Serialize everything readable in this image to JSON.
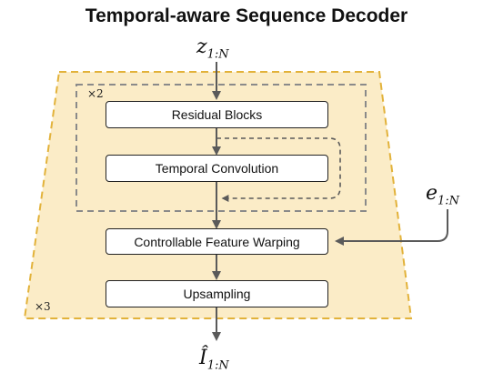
{
  "title": "Temporal-aware Sequence Decoder",
  "input_latent": {
    "symbol": "z",
    "subscript": "1:N"
  },
  "control_input": {
    "symbol": "e",
    "subscript": "1:N"
  },
  "output": {
    "symbol": "Î",
    "subscript": "1:N"
  },
  "inner_repeat": "×2",
  "outer_repeat": "×3",
  "blocks": {
    "residual": "Residual Blocks",
    "temporal_conv": "Temporal Convolution",
    "warping": "Controllable Feature Warping",
    "upsampling": "Upsampling"
  },
  "colors": {
    "outer_fill": "#fbecc7",
    "outer_border": "#e2b23a",
    "inner_border": "#8a8a8a",
    "arrow": "#5a5a5a"
  }
}
